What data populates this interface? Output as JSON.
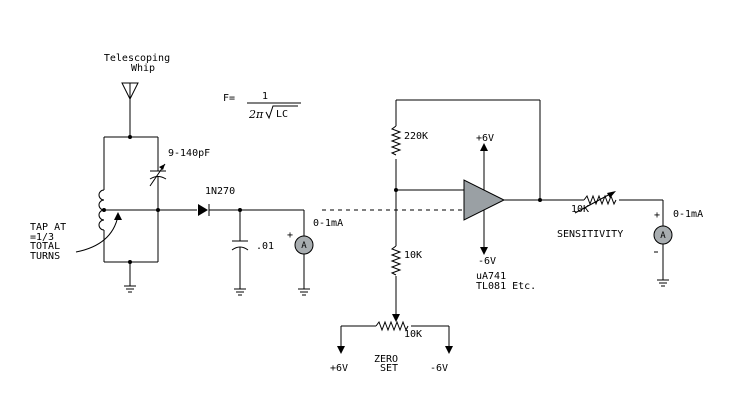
{
  "labels": {
    "antenna": "Telescoping\nWhip",
    "formula_f": "F=",
    "formula_num": "1",
    "formula_den_prefix": "2π",
    "formula_den_root": "LC",
    "cap_variable": "9-140pF",
    "diode": "1N270",
    "cap_fixed": ".01",
    "tap": "TAP AT\n=1/3\nTOTAL\nTURNS",
    "meter1_range": "0-1mA",
    "meter1_plus": "+",
    "meter_symbol": "A",
    "r_feedback": "220K",
    "supply_top": "+6V",
    "supply_bottom": "-6V",
    "r_bias": "10K",
    "opamp_part": "uA741\nTL081 Etc.",
    "pot_zero": "10K",
    "zero_set": "ZERO\nSET",
    "rail_left": "+6V",
    "rail_right": "-6V",
    "r_sens": "10K",
    "sensitivity": "SENSITIVITY",
    "meter2_plus": "+",
    "meter2_range": "0-1mA"
  }
}
